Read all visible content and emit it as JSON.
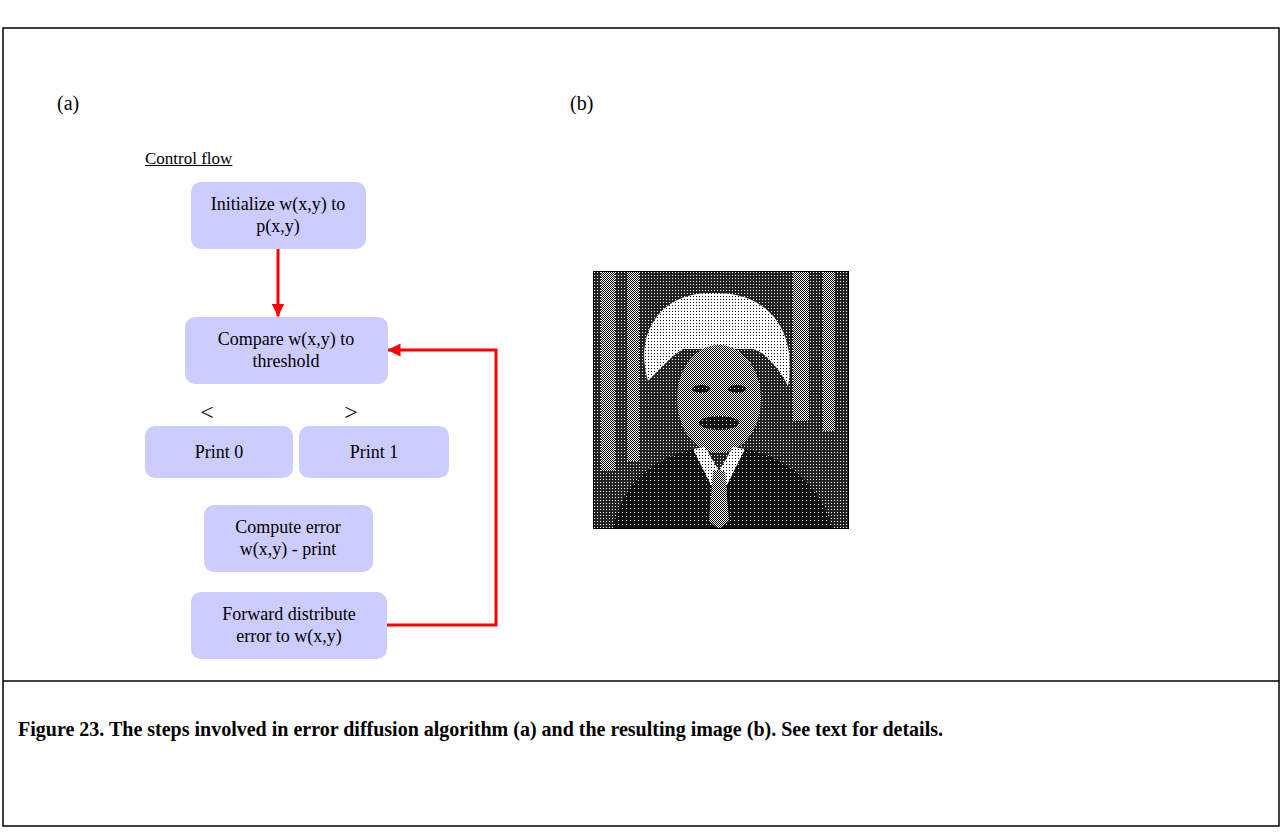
{
  "diagram": {
    "caption": "Figure 23. The steps involved in error diffusion algorithm (a) and the resulting image (b). See text for details.",
    "nodes": [
      {
        "text": [
          "Initialize w(x,y) to p(x,y)"
        ]
      },
      {
        "text": [
          "Compare w(x,y) to threshold"
        ]
      },
      {
        "text": [
          "Print 0"
        ]
      },
      {
        "text": [
          "Print 1"
        ]
      },
      {
        "text": [
          "Compute error w(x,y) - print"
        ]
      },
      {
        "text": [
          "Forward distribute error to w(x,y)"
        ]
      }
    ],
    "edges": [
      {
        "from": 0,
        "to": 1,
        "arrow": "to"
      },
      {
        "from": 5,
        "to": 1,
        "arrow": "to"
      }
    ],
    "labels": [
      "(a)",
      "(b)",
      "Control flow",
      "<",
      ">"
    ]
  }
}
